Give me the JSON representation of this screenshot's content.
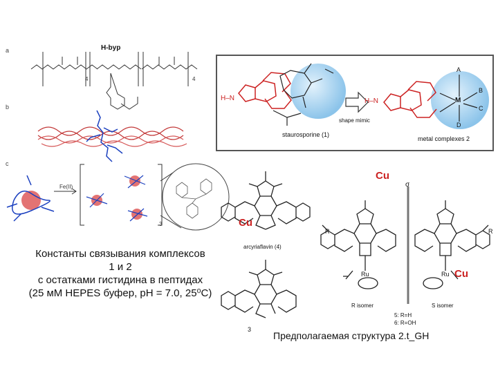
{
  "caption": {
    "line1": "Константы связывания комплексов",
    "line2": "1 и 2",
    "line3": "с остатками гистидина в пептидах",
    "line4": "(25 мМ HEPES буфер, pH = 7.0, 25⁰С)"
  },
  "cu_labels": [
    "Cu",
    "Cu",
    "Cu"
  ],
  "structure_caption": "Предполагаемая структура 2.t_GH",
  "figure_left": {
    "panel_a": "a",
    "panel_b": "b",
    "panel_c": "c",
    "hbyp_label": "H-byp",
    "reagent": "Fe(II)",
    "sub4": "4",
    "sub4b": "4",
    "sub3": "3"
  },
  "figure_top_right": {
    "hn_left": "H–N",
    "hn_right": "H–N",
    "staurosporine": "staurosporine (1)",
    "shape_mimic": "shape mimic",
    "metal_complexes": "metal complexes 2",
    "ligand_a": "A",
    "ligand_b": "B",
    "ligand_c": "C",
    "ligand_d": "D",
    "metal": "M"
  },
  "figure_bottom_right": {
    "arcyriaflavin": "arcyriaflavin (4)",
    "compound3": "3",
    "r_isomer": "R isomer",
    "s_isomer": "S isomer",
    "note5": "5: R=H",
    "note6": "6: R=OH",
    "sigma": "σ",
    "ru": "Ru",
    "r_group": "R"
  },
  "colors": {
    "accent_red": "#cc2222",
    "blue": "#1a3fbf",
    "sphere": "#a9d3f0"
  }
}
